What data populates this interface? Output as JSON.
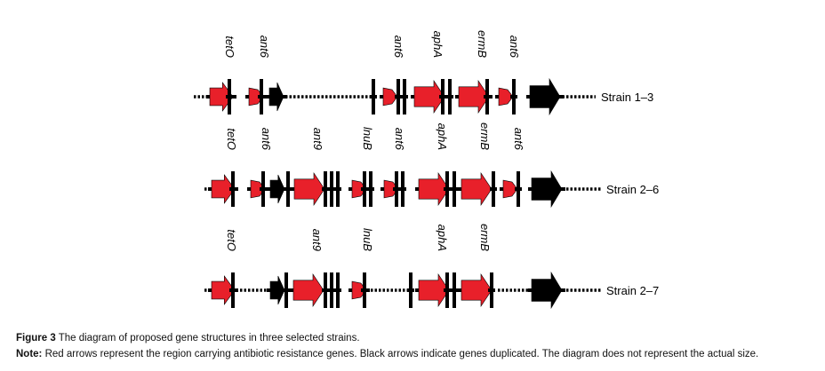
{
  "colors": {
    "resistance": "#e8202a",
    "duplicated": "#000000",
    "line": "#000000"
  },
  "strains": [
    {
      "label": "Strain 1–3",
      "elements": [
        {
          "kind": "dots"
        },
        {
          "kind": "arrow",
          "color": "red",
          "w": "m",
          "label": "tetO"
        },
        {
          "kind": "bar"
        },
        {
          "kind": "arrow",
          "color": "red",
          "w": "s",
          "label": "ant6"
        },
        {
          "kind": "bar"
        },
        {
          "kind": "arrow",
          "color": "black",
          "w": "s"
        },
        {
          "kind": "dots"
        },
        {
          "kind": "bar"
        },
        {
          "kind": "arrow",
          "color": "red",
          "w": "s",
          "label": "ant6"
        },
        {
          "kind": "bar"
        },
        {
          "kind": "bar"
        },
        {
          "kind": "arrow",
          "color": "red",
          "w": "l",
          "label": "aphA"
        },
        {
          "kind": "bar"
        },
        {
          "kind": "bar"
        },
        {
          "kind": "arrow",
          "color": "red",
          "w": "l",
          "label": "ermB"
        },
        {
          "kind": "bar"
        },
        {
          "kind": "arrow",
          "color": "red",
          "w": "s",
          "label": "ant6"
        },
        {
          "kind": "bar"
        },
        {
          "kind": "arrow",
          "color": "black",
          "w": "xl"
        },
        {
          "kind": "dots"
        }
      ]
    },
    {
      "label": "Strain 2–6",
      "elements": [
        {
          "kind": "dots"
        },
        {
          "kind": "arrow",
          "color": "red",
          "w": "m",
          "label": "tetO"
        },
        {
          "kind": "bar"
        },
        {
          "kind": "arrow",
          "color": "red",
          "w": "s",
          "label": "ant6"
        },
        {
          "kind": "bar"
        },
        {
          "kind": "arrow",
          "color": "black",
          "w": "s"
        },
        {
          "kind": "bar"
        },
        {
          "kind": "arrow",
          "color": "red",
          "w": "l",
          "label": "ant9"
        },
        {
          "kind": "bar"
        },
        {
          "kind": "bar"
        },
        {
          "kind": "bar"
        },
        {
          "kind": "arrow",
          "color": "red",
          "w": "s",
          "label": "lnuB"
        },
        {
          "kind": "bar"
        },
        {
          "kind": "bar"
        },
        {
          "kind": "arrow",
          "color": "red",
          "w": "s",
          "label": "ant6"
        },
        {
          "kind": "bar"
        },
        {
          "kind": "bar"
        },
        {
          "kind": "arrow",
          "color": "red",
          "w": "l",
          "label": "aphA"
        },
        {
          "kind": "bar"
        },
        {
          "kind": "bar"
        },
        {
          "kind": "arrow",
          "color": "red",
          "w": "l",
          "label": "ermB"
        },
        {
          "kind": "bar"
        },
        {
          "kind": "arrow",
          "color": "red",
          "w": "s",
          "label": "ant6"
        },
        {
          "kind": "bar"
        },
        {
          "kind": "arrow",
          "color": "black",
          "w": "xl"
        },
        {
          "kind": "dots"
        }
      ]
    },
    {
      "label": "Strain 2–7",
      "elements": [
        {
          "kind": "dots"
        },
        {
          "kind": "arrow",
          "color": "red",
          "w": "m",
          "label": "tetO"
        },
        {
          "kind": "bar"
        },
        {
          "kind": "dots"
        },
        {
          "kind": "arrow",
          "color": "black",
          "w": "s"
        },
        {
          "kind": "bar"
        },
        {
          "kind": "arrow",
          "color": "red",
          "w": "l",
          "label": "ant9"
        },
        {
          "kind": "bar"
        },
        {
          "kind": "bar"
        },
        {
          "kind": "bar"
        },
        {
          "kind": "arrow",
          "color": "red",
          "w": "s",
          "label": "lnuB"
        },
        {
          "kind": "bar"
        },
        {
          "kind": "dots"
        },
        {
          "kind": "bar"
        },
        {
          "kind": "arrow",
          "color": "red",
          "w": "l",
          "label": "aphA"
        },
        {
          "kind": "bar"
        },
        {
          "kind": "bar"
        },
        {
          "kind": "arrow",
          "color": "red",
          "w": "l",
          "label": "ermB"
        },
        {
          "kind": "bar"
        },
        {
          "kind": "dots"
        },
        {
          "kind": "arrow",
          "color": "black",
          "w": "xl"
        },
        {
          "kind": "dots"
        }
      ]
    }
  ],
  "caption": {
    "figure_label": "Figure 3",
    "figure_text": " The diagram of proposed gene structures in three selected strains.",
    "note_label": "Note:",
    "note_text": " Red arrows represent the region carrying antibiotic resistance genes. Black arrows indicate genes duplicated. The diagram does not represent the actual size."
  }
}
